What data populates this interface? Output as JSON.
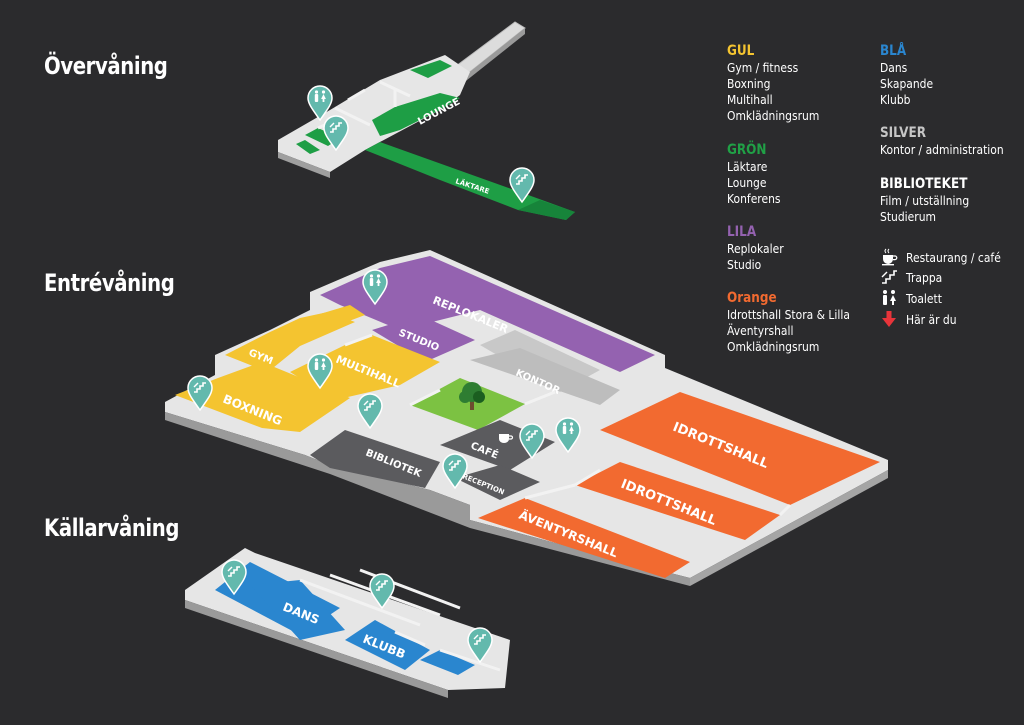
{
  "floors": {
    "upper": "Övervåning",
    "entry": "Entrévåning",
    "basement": "Källarvåning"
  },
  "rooms": {
    "lounge": "LOUNGE",
    "laktare": "LÄKTARE",
    "replokaler": "REPLOKALER",
    "studio": "STUDIO",
    "gym": "GYM",
    "multihall": "MULTIHALL",
    "kontor": "KONTOR",
    "boxning": "BOXNING",
    "bibliotek": "BIBLIOTEK",
    "cafe": "CAFÉ",
    "reception": "RECEPTION",
    "idrottshall_1": "IDROTTSHALL",
    "idrottshall_2": "IDROTTSHALL",
    "aventyrshall": "ÄVENTYRSHALL",
    "dans": "DANS",
    "klubb": "KLUBB"
  },
  "legend": {
    "gul": {
      "heading": "GUL",
      "color": "#f4c430",
      "items": [
        "Gym / fitness",
        "Boxning",
        "Multihall",
        "Omklädningsrum"
      ]
    },
    "gron": {
      "heading": "GRÖN",
      "color": "#20a146",
      "items": [
        "Läktare",
        "Lounge",
        "Konferens"
      ]
    },
    "lila": {
      "heading": "LILA",
      "color": "#9462b0",
      "items": [
        "Replokaler",
        "Studio"
      ]
    },
    "orange": {
      "heading": "Orange",
      "color": "#f26a30",
      "items": [
        "Idrottshall Stora & Lilla",
        "Äventyrshall",
        "Omklädningsrum"
      ]
    },
    "bla": {
      "heading": "BLÅ",
      "color": "#2a86cf",
      "items": [
        "Dans",
        "Skapande",
        "Klubb"
      ]
    },
    "silver": {
      "heading": "SILVER",
      "color": "#c6c6c6",
      "items": [
        "Kontor / administration"
      ]
    },
    "biblioteket": {
      "heading": "BIBLIOTEKET",
      "color": "#ffffff",
      "items": [
        "Film / utställning",
        "Studierum"
      ]
    }
  },
  "symbols": [
    {
      "icon": "cup-icon",
      "label": "Restaurang / café"
    },
    {
      "icon": "stairs-icon",
      "label": "Trappa"
    },
    {
      "icon": "toilet-icon",
      "label": "Toalett"
    },
    {
      "icon": "you-are-here-icon",
      "label": "Här är du"
    }
  ],
  "colors": {
    "background": "#2b2b2d",
    "wall": "#e9e9e9",
    "wall_side": "#a9a9a9",
    "floor_gray": "#5b5b5e",
    "marker": "#63b9ad",
    "you_are_here": "#e8343a",
    "tree": "#2e7d32",
    "courtyard": "#7cc242"
  }
}
